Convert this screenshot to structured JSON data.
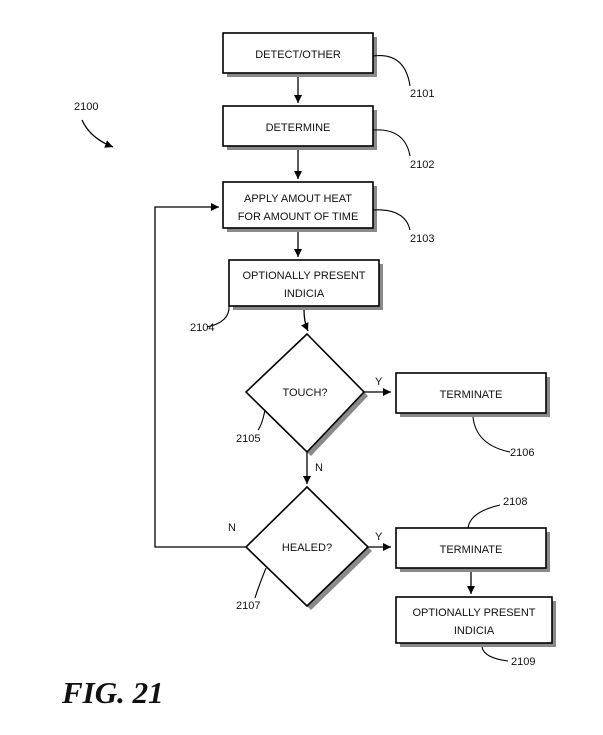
{
  "figure_ref": "2100",
  "figure_caption": "FIG. 21",
  "steps": {
    "detect": {
      "label": "DETECT/OTHER",
      "ref": "2101"
    },
    "determine": {
      "label": "DETERMINE",
      "ref": "2102"
    },
    "apply_heat": {
      "line1": "APPLY AMOUT HEAT",
      "line2": "FOR AMOUNT OF TIME",
      "ref": "2103"
    },
    "present_indicia_1": {
      "line1": "OPTIONALLY PRESENT",
      "line2": "INDICIA",
      "ref": "2104"
    },
    "touch": {
      "label": "TOUCH?",
      "ref": "2105"
    },
    "terminate_1": {
      "label": "TERMINATE",
      "ref": "2106"
    },
    "healed": {
      "label": "HEALED?",
      "ref": "2107"
    },
    "terminate_2": {
      "label": "TERMINATE",
      "ref": "2108"
    },
    "present_indicia_2": {
      "line1": "OPTIONALLY PRESENT",
      "line2": "INDICIA",
      "ref": "2109"
    }
  },
  "edges": {
    "touch_yes": "Y",
    "touch_no": "N",
    "healed_yes": "Y",
    "healed_no": "N"
  }
}
